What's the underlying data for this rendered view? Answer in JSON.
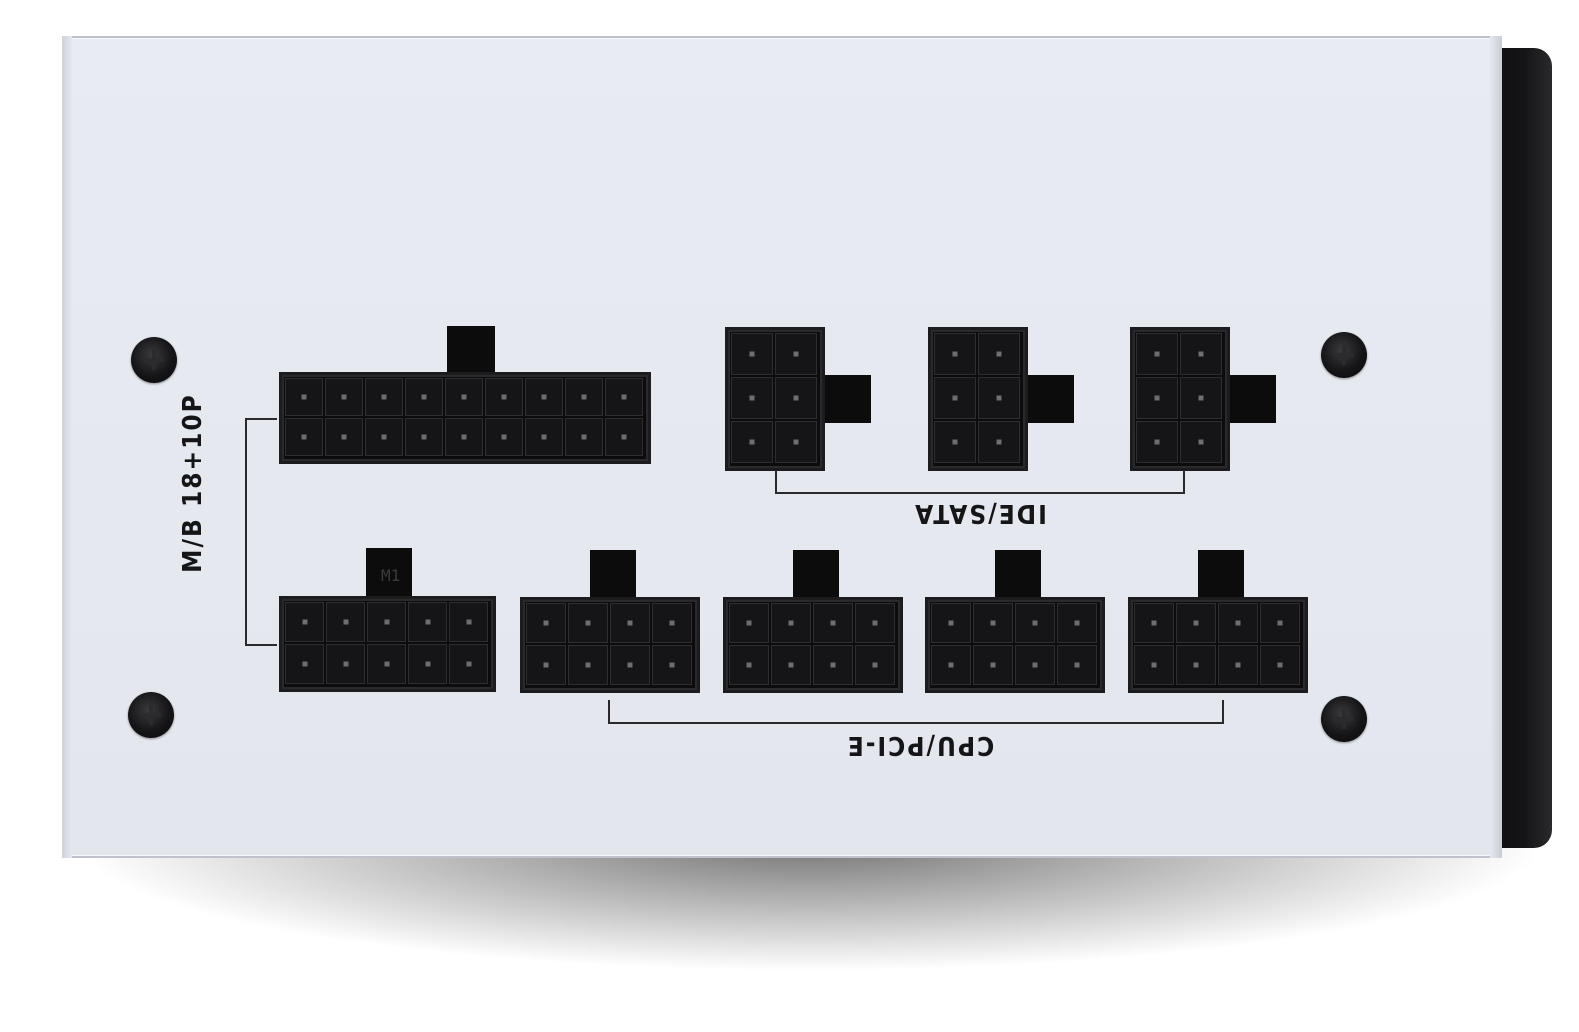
{
  "labels": {
    "mb": "M/B 18+10P",
    "ide_sata": "IDE/SATA",
    "cpu_pcie": "CPU/PCI-E",
    "m1": "M1"
  },
  "connectors": {
    "mb_main": {
      "rows": 2,
      "cols": 9
    },
    "mb_secondary": {
      "rows": 2,
      "cols": 5
    },
    "ide_sata_count": 3,
    "ide_sata": {
      "rows": 3,
      "cols": 2
    },
    "cpu_pcie_count": 4,
    "cpu_pcie": {
      "rows": 2,
      "cols": 4
    }
  }
}
